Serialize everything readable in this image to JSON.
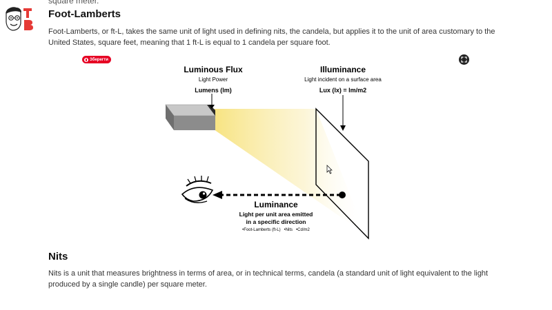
{
  "page": {
    "top_fragment": "square meter.",
    "section1": {
      "heading": "Foot-Lamberts",
      "paragraph": "Foot-Lamberts, or ft-L, takes the same unit of light used in defining nits, the candela, but applies it to the unit of area customary to the United States, square feet, meaning that 1 ft-L is equal to 1 candela per square foot."
    },
    "section2": {
      "heading": "Nits",
      "paragraph": "Nits is a unit that measures brightness in terms of area, or in technical terms, candela (a standard unit of light equivalent to the light produced by a single candle) per square meter."
    }
  },
  "pinterest": {
    "save_label": "Зберегти"
  },
  "icons": {
    "logo": "tb-logo",
    "expand": "expand-icon",
    "save": "pinterest-icon",
    "eye": "eye-icon",
    "cursor": "mouse-cursor-icon"
  },
  "diagram": {
    "flux": {
      "title": "Luminous Flux",
      "line1": "Light Power",
      "line2": "Lumens (lm)"
    },
    "illuminance": {
      "title": "Illuminance",
      "line1": "Light incident on a surface area",
      "line2": "Lux (lx) = lm/m2"
    },
    "luminance": {
      "title": "Luminance",
      "line1": "Light per unit area emitted",
      "line2": "in a specific direction",
      "units": "•Foot-Lamberts (ft-L)   •Nits   •Cd/m2"
    }
  },
  "colors": {
    "logo_red": "#e53935",
    "beam": "#f7e27a",
    "pinterest": "#e60023"
  }
}
